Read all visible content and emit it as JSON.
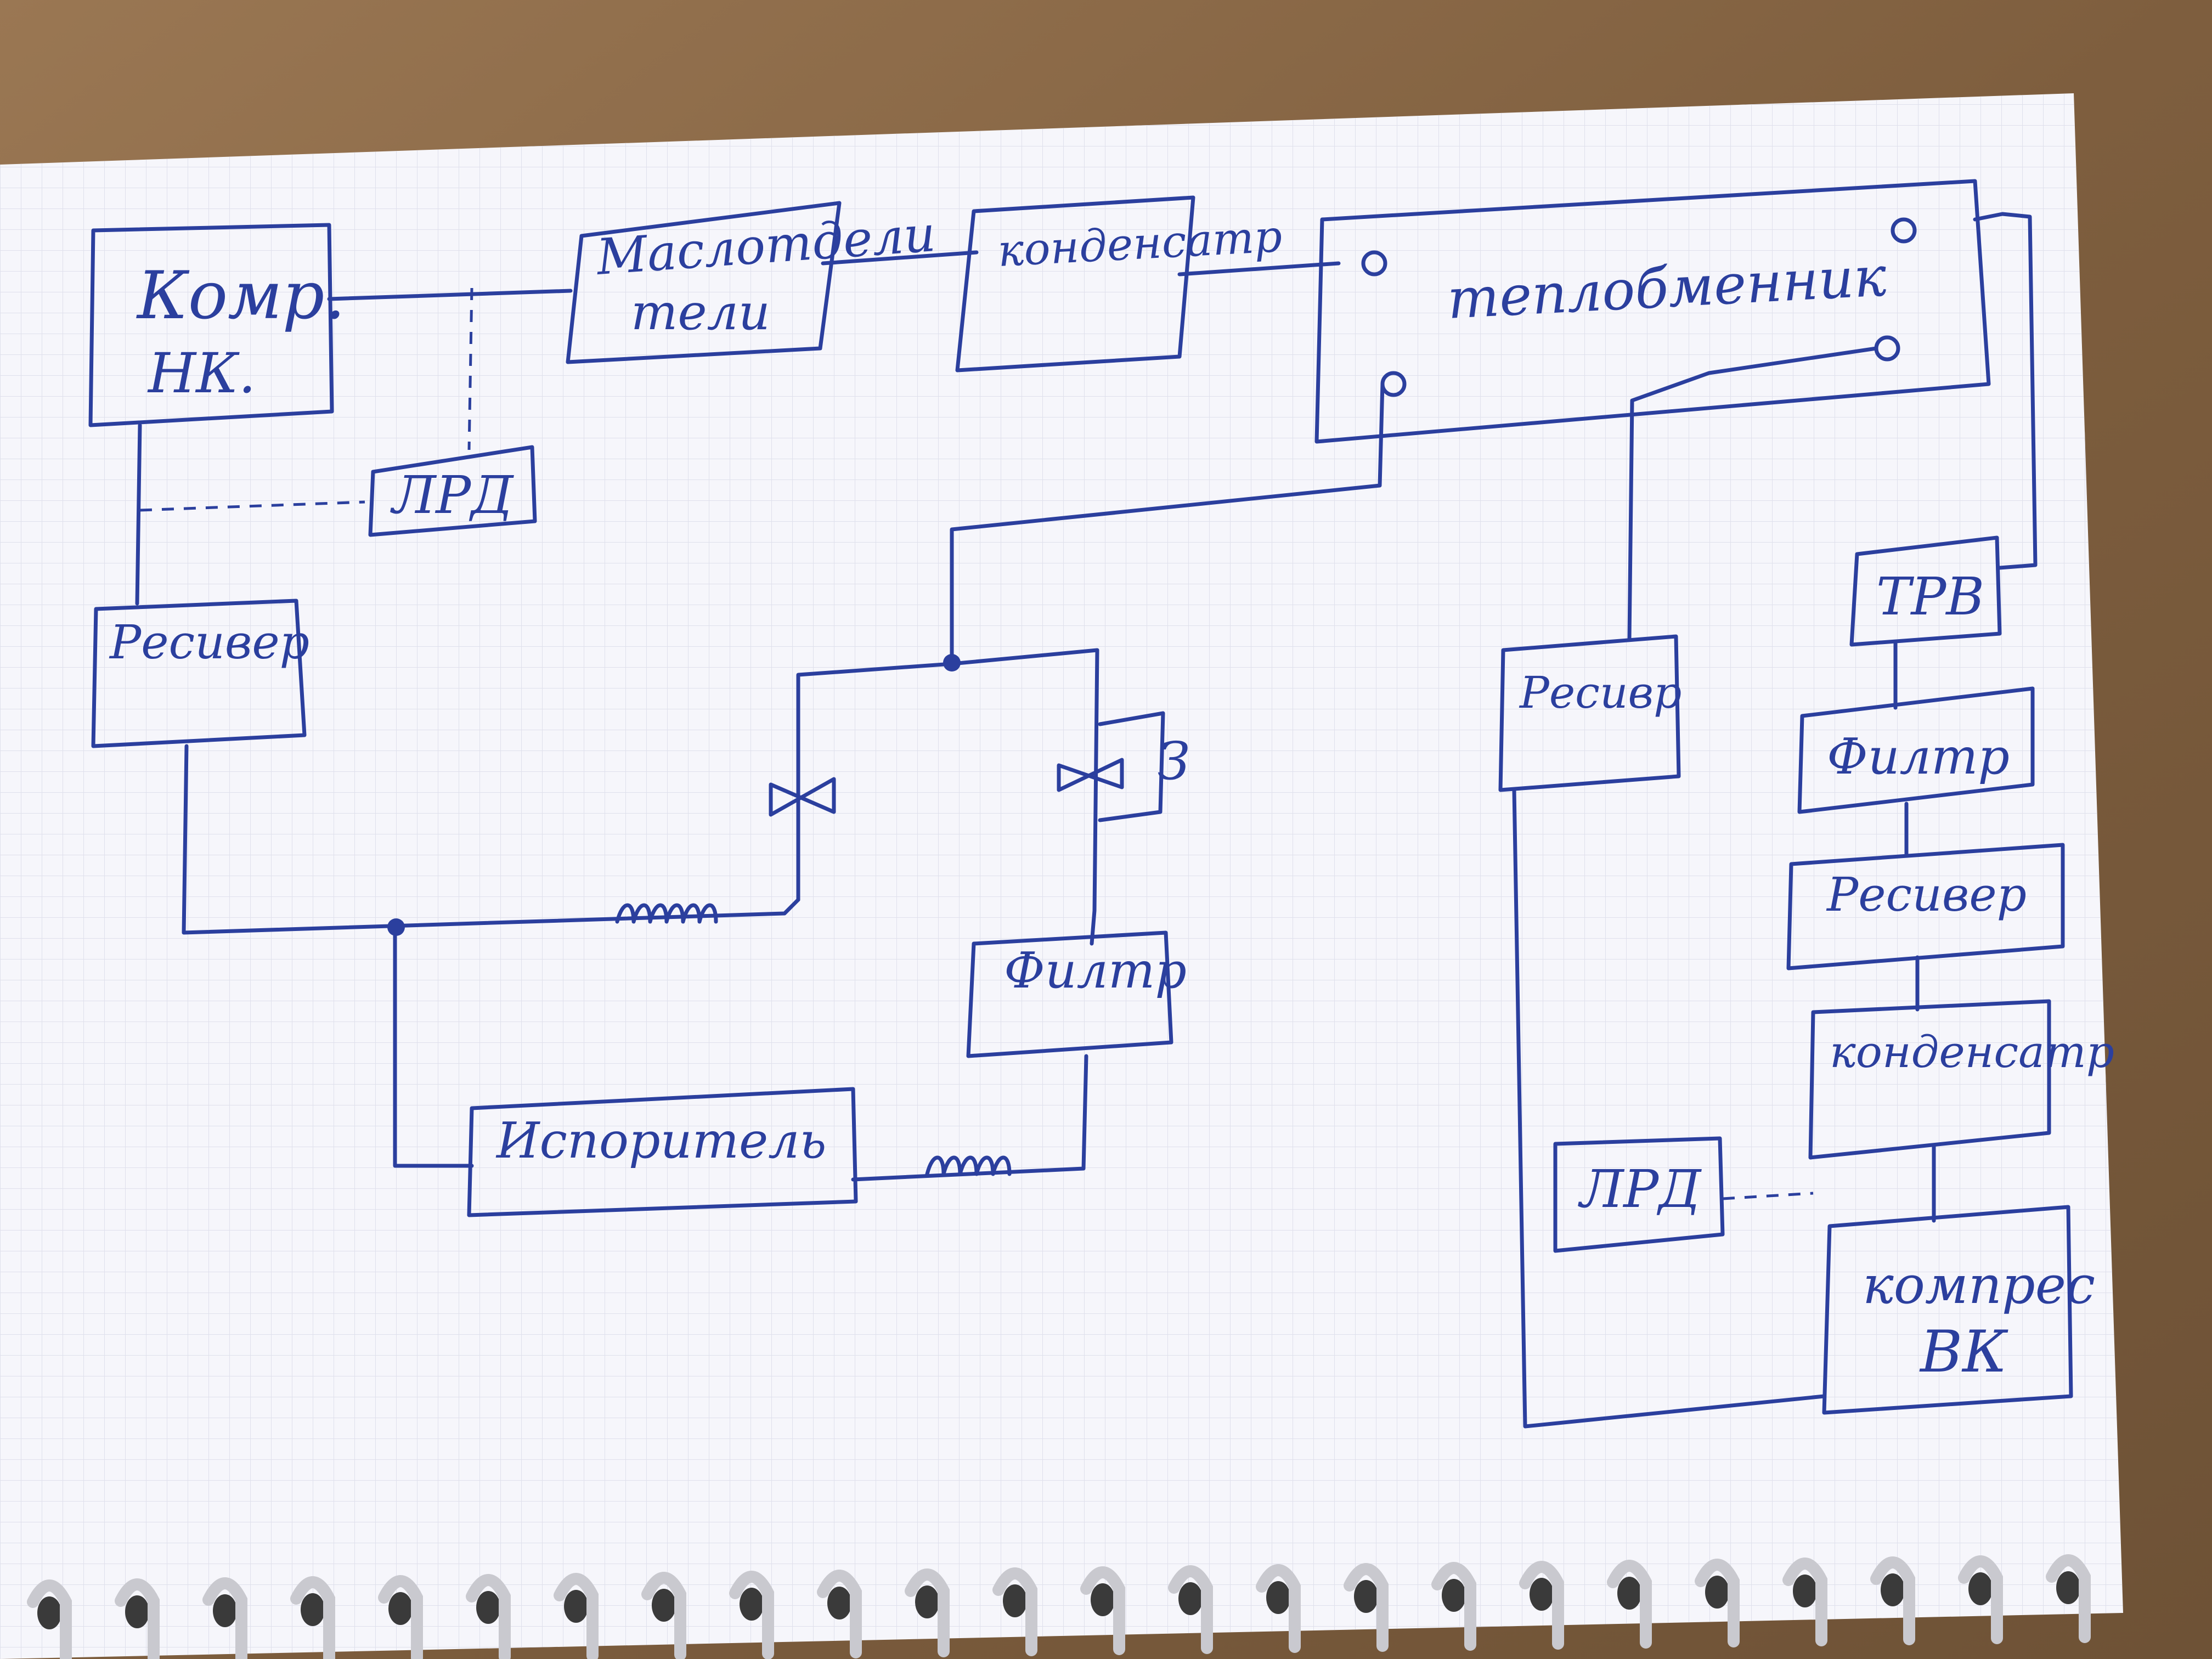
{
  "blocks": {
    "comp_nk": {
      "line1": "Комр.",
      "line2": "НК."
    },
    "oil_sep": {
      "line1": "Маслотдели",
      "line2": "тели"
    },
    "condenser1": {
      "label": "конденсатр"
    },
    "heat_exchanger": {
      "label": "теплобменник"
    },
    "lrd1": {
      "label": "ЛРД"
    },
    "receiver1": {
      "label": "Ресивер"
    },
    "filter1": {
      "label": "Филтр"
    },
    "evaporator": {
      "label": "Испоритель"
    },
    "receiver2": {
      "label": "Ресивр"
    },
    "trv": {
      "label": "ТРВ"
    },
    "filter2": {
      "label": "Филтр"
    },
    "receiver3": {
      "label": "Ресивер"
    },
    "condenser2": {
      "label": "конденсатр"
    },
    "lrd2": {
      "label": "ЛРД"
    },
    "comp_vk": {
      "line1": "компрес",
      "line2": "ВК"
    }
  },
  "valve_coil_label": "З",
  "colors": {
    "ink": "#2b3f9e",
    "paper": "#f6f6fb",
    "wood": "#8a6a48"
  }
}
